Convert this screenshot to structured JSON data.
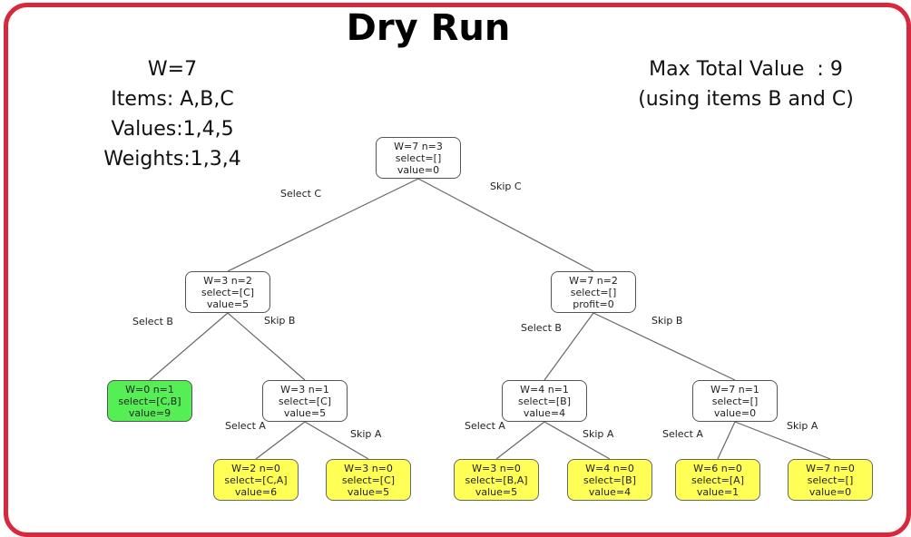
{
  "title": "Dry Run",
  "given": [
    "W=7",
    "Items: A,B,C",
    "Values:1,4,5",
    "Weights:1,3,4"
  ],
  "result": [
    "Max Total Value  : 9",
    "(using items B and C)"
  ],
  "colors": {
    "frame": "#d8283e",
    "leaf": "#ffff55",
    "best": "#55ee55",
    "node": "#ffffff"
  },
  "nodes": [
    {
      "id": "root",
      "lines": [
        "W=7 n=3",
        "select=[]",
        "value=0"
      ],
      "kind": "internal"
    },
    {
      "id": "c-sel",
      "lines": [
        "W=3 n=2",
        "select=[C]",
        "value=5"
      ],
      "kind": "internal"
    },
    {
      "id": "c-skip",
      "lines": [
        "W=7 n=2",
        "select=[]",
        "profit=0"
      ],
      "kind": "internal"
    },
    {
      "id": "cb-sel",
      "lines": [
        "W=0 n=1",
        "select=[C,B]",
        "value=9"
      ],
      "kind": "best"
    },
    {
      "id": "cb-skip",
      "lines": [
        "W=3 n=1",
        "select=[C]",
        "value=5"
      ],
      "kind": "internal"
    },
    {
      "id": "b-sel",
      "lines": [
        "W=4 n=1",
        "select=[B]",
        "value=4"
      ],
      "kind": "internal"
    },
    {
      "id": "b-skip",
      "lines": [
        "W=7 n=1",
        "select=[]",
        "value=0"
      ],
      "kind": "internal"
    },
    {
      "id": "ca-sel",
      "lines": [
        "W=2 n=0",
        "select=[C,A]",
        "value=6"
      ],
      "kind": "leaf"
    },
    {
      "id": "ca-skip",
      "lines": [
        "W=3 n=0",
        "select=[C]",
        "value=5"
      ],
      "kind": "leaf"
    },
    {
      "id": "ba-sel",
      "lines": [
        "W=3 n=0",
        "select=[B,A]",
        "value=5"
      ],
      "kind": "leaf"
    },
    {
      "id": "ba-skip",
      "lines": [
        "W=4 n=0",
        "select=[B]",
        "value=4"
      ],
      "kind": "leaf"
    },
    {
      "id": "a-sel",
      "lines": [
        "W=6 n=0",
        "select=[A]",
        "value=1"
      ],
      "kind": "leaf"
    },
    {
      "id": "a-skip",
      "lines": [
        "W=7 n=0",
        "select=[]",
        "value=0"
      ],
      "kind": "leaf"
    }
  ],
  "edges": [
    {
      "from": "root",
      "to": "c-sel",
      "label": "Select C"
    },
    {
      "from": "root",
      "to": "c-skip",
      "label": "Skip C"
    },
    {
      "from": "c-sel",
      "to": "cb-sel",
      "label": "Select B"
    },
    {
      "from": "c-sel",
      "to": "cb-skip",
      "label": "Skip B"
    },
    {
      "from": "c-skip",
      "to": "b-sel",
      "label": "Select B"
    },
    {
      "from": "c-skip",
      "to": "b-skip",
      "label": "Skip B"
    },
    {
      "from": "cb-skip",
      "to": "ca-sel",
      "label": "Select A"
    },
    {
      "from": "cb-skip",
      "to": "ca-skip",
      "label": "Skip A"
    },
    {
      "from": "b-sel",
      "to": "ba-sel",
      "label": "Select A"
    },
    {
      "from": "b-sel",
      "to": "ba-skip",
      "label": "Skip A"
    },
    {
      "from": "b-skip",
      "to": "a-sel",
      "label": "Select A"
    },
    {
      "from": "b-skip",
      "to": "a-skip",
      "label": "Skip A"
    }
  ]
}
